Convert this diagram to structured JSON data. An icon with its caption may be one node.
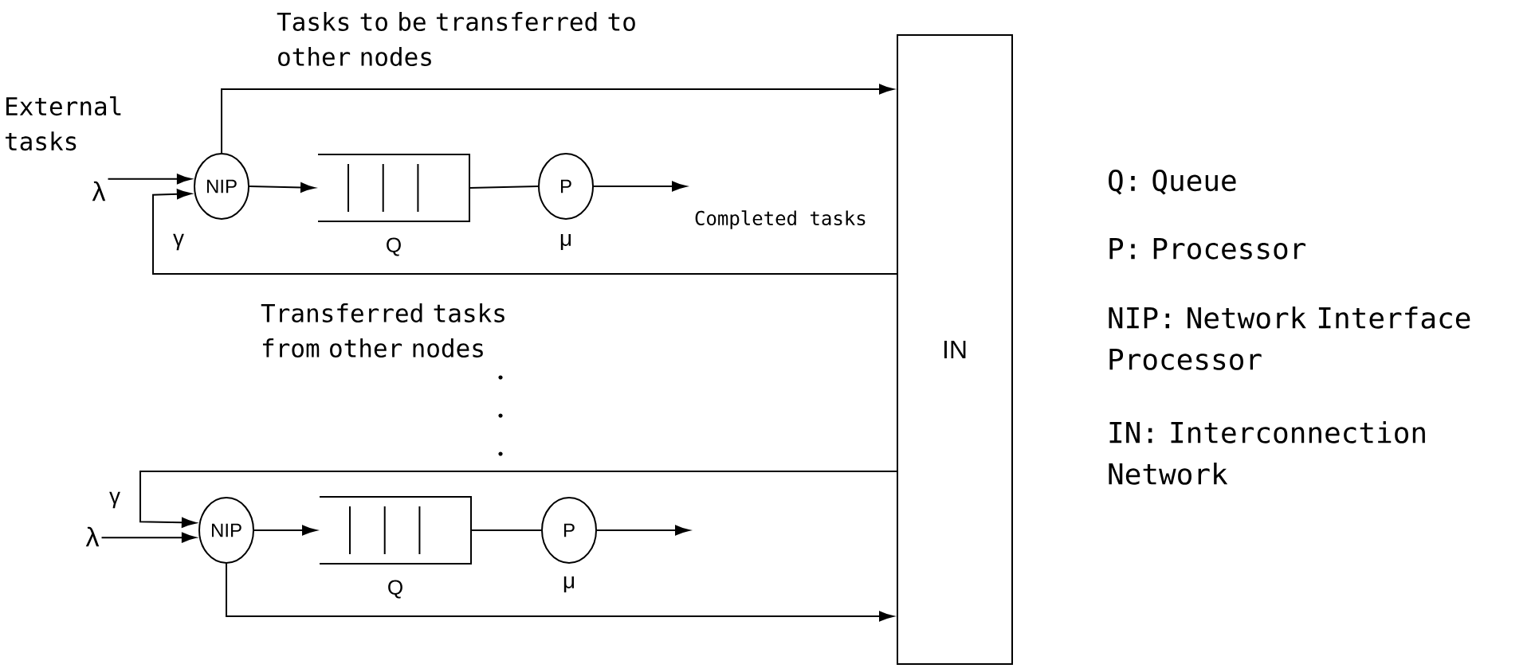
{
  "diagram": {
    "nodes": [
      {
        "text": [
          "NIP"
        ]
      },
      {
        "text": [],
        "shape": "box",
        "beside": [
          "Q"
        ]
      },
      {
        "text": [
          "P"
        ],
        "beside": [
          "μ"
        ]
      },
      {
        "text": [
          "IN"
        ]
      },
      {
        "text": [
          "NIP"
        ]
      },
      {
        "text": [],
        "shape": "box",
        "beside": [
          "Q"
        ]
      },
      {
        "text": [
          "P"
        ],
        "beside": [
          "μ"
        ]
      },
      {
        "text": [
          "λ"
        ],
        "beside": [
          "External tasks"
        ]
      },
      {
        "text": [
          "λ"
        ]
      }
    ],
    "edges": [
      {
        "from": 7,
        "to": 0,
        "arrow": "to"
      },
      {
        "from": 3,
        "to": 0,
        "arrow": "to",
        "label": "γ"
      },
      {
        "from": 0,
        "to": 3,
        "arrow": "to",
        "label": "Tasks to be transferred to other nodes"
      },
      {
        "from": 0,
        "to": 1,
        "arrow": "to"
      },
      {
        "from": 1,
        "to": 2,
        "arrow": "none"
      },
      {
        "from": 2,
        "to": null,
        "arrow": "to",
        "label": "Completed tasks"
      },
      {
        "from": 8,
        "to": 4,
        "arrow": "to"
      },
      {
        "from": 3,
        "to": 4,
        "arrow": "to",
        "label": "γ"
      },
      {
        "from": 4,
        "to": 3,
        "arrow": "to"
      },
      {
        "from": 4,
        "to": 5,
        "arrow": "to"
      },
      {
        "from": 5,
        "to": 6,
        "arrow": "none"
      },
      {
        "from": 6,
        "to": null,
        "arrow": "to"
      }
    ],
    "labels": [
      "Transferred tasks from other nodes",
      "Q: Queue",
      "P: Processor",
      "NIP: Network Interface Processor",
      "IN: Interconnection Network"
    ]
  }
}
